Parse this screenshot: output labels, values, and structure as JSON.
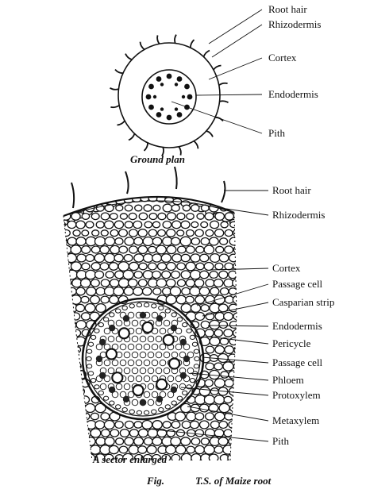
{
  "ground_plan": {
    "caption": "Ground plan",
    "labels": {
      "root_hair": "Root hair",
      "rhizodermis": "Rhizodermis",
      "cortex": "Cortex",
      "endodermis": "Endodermis",
      "pith": "Pith"
    }
  },
  "sector": {
    "caption": "A sector enlarged",
    "labels": {
      "root_hair": "Root hair",
      "rhizodermis": "Rhizodermis",
      "cortex": "Cortex",
      "passage_cell_1": "Passage cell",
      "casparian_strip": "Casparian strip",
      "endodermis": "Endodermis",
      "pericycle": "Pericycle",
      "passage_cell_2": "Passage cell",
      "phloem": "Phloem",
      "protoxylem": "Protoxylem",
      "metaxylem": "Metaxylem",
      "pith": "Pith"
    }
  },
  "figure": {
    "label": "Fig.",
    "title": "T.S. of Maize root"
  }
}
